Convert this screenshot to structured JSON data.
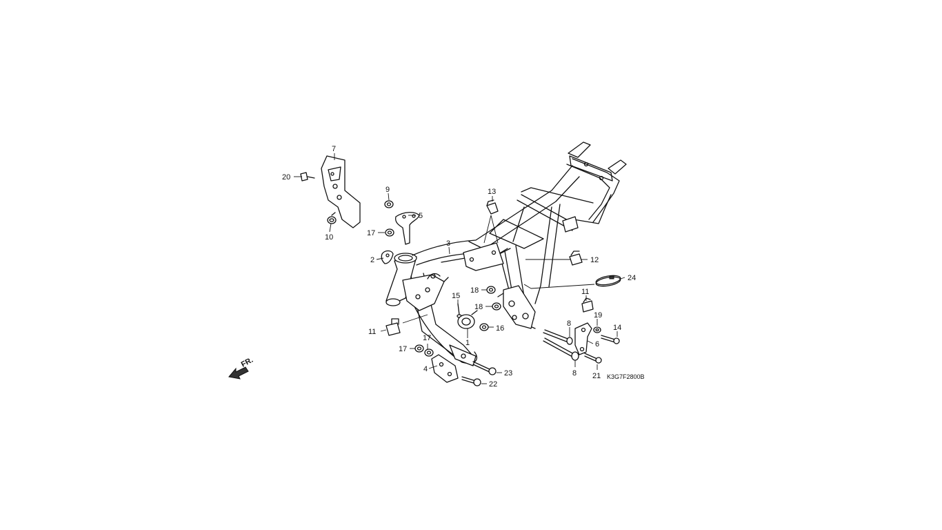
{
  "diagram_code": "K3G7F2800B",
  "front_indicator": "FR.",
  "callouts": {
    "c1": "1",
    "c2": "2",
    "c3": "3",
    "c4": "4",
    "c5": "5",
    "c6": "6",
    "c7": "7",
    "c8a": "8",
    "c8b": "8",
    "c9": "9",
    "c10": "10",
    "c11a": "11",
    "c11b": "11",
    "c12": "12",
    "c13": "13",
    "c14": "14",
    "c15": "15",
    "c16": "16",
    "c17a": "17",
    "c17b": "17",
    "c17c": "17",
    "c18a": "18",
    "c18b": "18",
    "c19": "19",
    "c20": "20",
    "c21": "21",
    "c22": "22",
    "c23": "23",
    "c24": "24"
  }
}
